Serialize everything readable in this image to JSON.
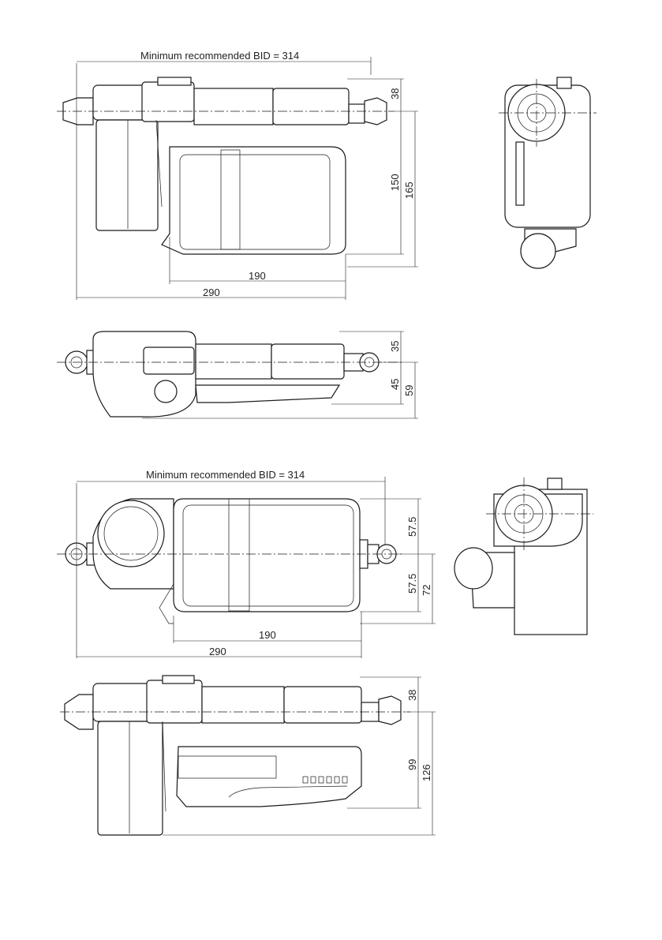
{
  "views": {
    "top_section": {
      "title": "Minimum recommended BID = 314",
      "side_view": {
        "dims": {
          "d38": "38",
          "d150": "150",
          "d165": "165",
          "d190": "190",
          "d290": "290"
        }
      },
      "top_view": {
        "dims": {
          "d35": "35",
          "d45": "45",
          "d59": "59"
        }
      }
    },
    "bottom_section": {
      "title": "Minimum recommended BID = 314",
      "top_view": {
        "dims": {
          "d57a": "57.5",
          "d57b": "57.5",
          "d72": "72",
          "d190": "190",
          "d290": "290"
        }
      },
      "side_view": {
        "dims": {
          "d38": "38",
          "d99": "99",
          "d126": "126"
        }
      }
    }
  }
}
